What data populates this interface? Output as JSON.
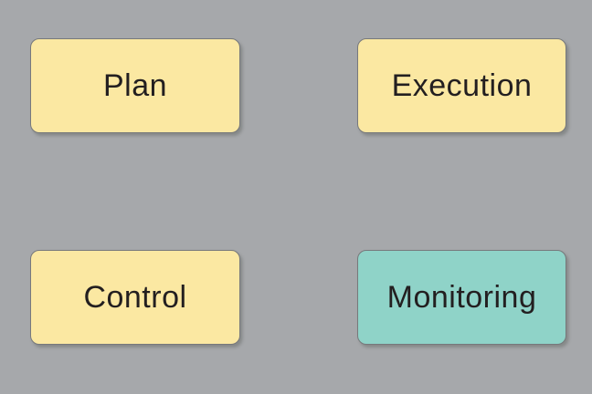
{
  "colors": {
    "background": "#EFF4EC",
    "node_fill_yellow": "#FBE8A2",
    "node_fill_teal": "#8FD3C8",
    "node_border": "#77797C",
    "arrow": "#A6A8AB",
    "text": "#231F20"
  },
  "nodes": {
    "plan": {
      "label": "Plan",
      "fill": "#FBE8A2"
    },
    "execution": {
      "label": "Execution",
      "fill": "#FBE8A2"
    },
    "monitoring": {
      "label": "Monitoring",
      "fill": "#8FD3C8"
    },
    "control": {
      "label": "Control",
      "fill": "#FBE8A2"
    }
  },
  "edges": [
    {
      "from": "plan",
      "to": "execution",
      "direction": "right"
    },
    {
      "from": "execution",
      "to": "monitoring",
      "direction": "down"
    },
    {
      "from": "monitoring",
      "to": "control",
      "direction": "left"
    },
    {
      "from": "control",
      "to": "plan",
      "direction": "up"
    }
  ]
}
